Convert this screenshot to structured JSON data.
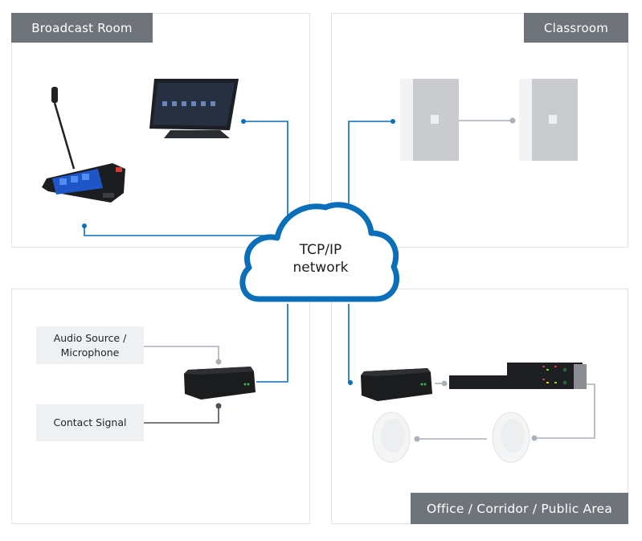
{
  "zones": {
    "broadcast_room": {
      "label": "Broadcast Room"
    },
    "classroom": {
      "label": "Classroom"
    },
    "office_area": {
      "label": "Office / Corridor / Public Area"
    },
    "inputs_zone": {
      "label": ""
    }
  },
  "network": {
    "line1": "TCP/IP",
    "line2": "network"
  },
  "inputs": {
    "audio_source": {
      "line1": "Audio Source /",
      "line2": "Microphone"
    },
    "contact_signal": {
      "label": "Contact Signal"
    }
  },
  "devices": {
    "call_station": "call-station-icon",
    "tablet": "tablet-icon",
    "wall_speaker": "wall-speaker-icon",
    "interface_box": "network-interface-box-icon",
    "amplifier": "rack-amplifier-icon",
    "ceiling_speaker": "ceiling-speaker-icon"
  },
  "colors": {
    "network_line": "#0a6fb8",
    "audio_line": "#a9b0b7",
    "contact_line": "#4b5259",
    "zone_label_bg": "#6f747a",
    "panel_border": "#dfe2e6"
  }
}
